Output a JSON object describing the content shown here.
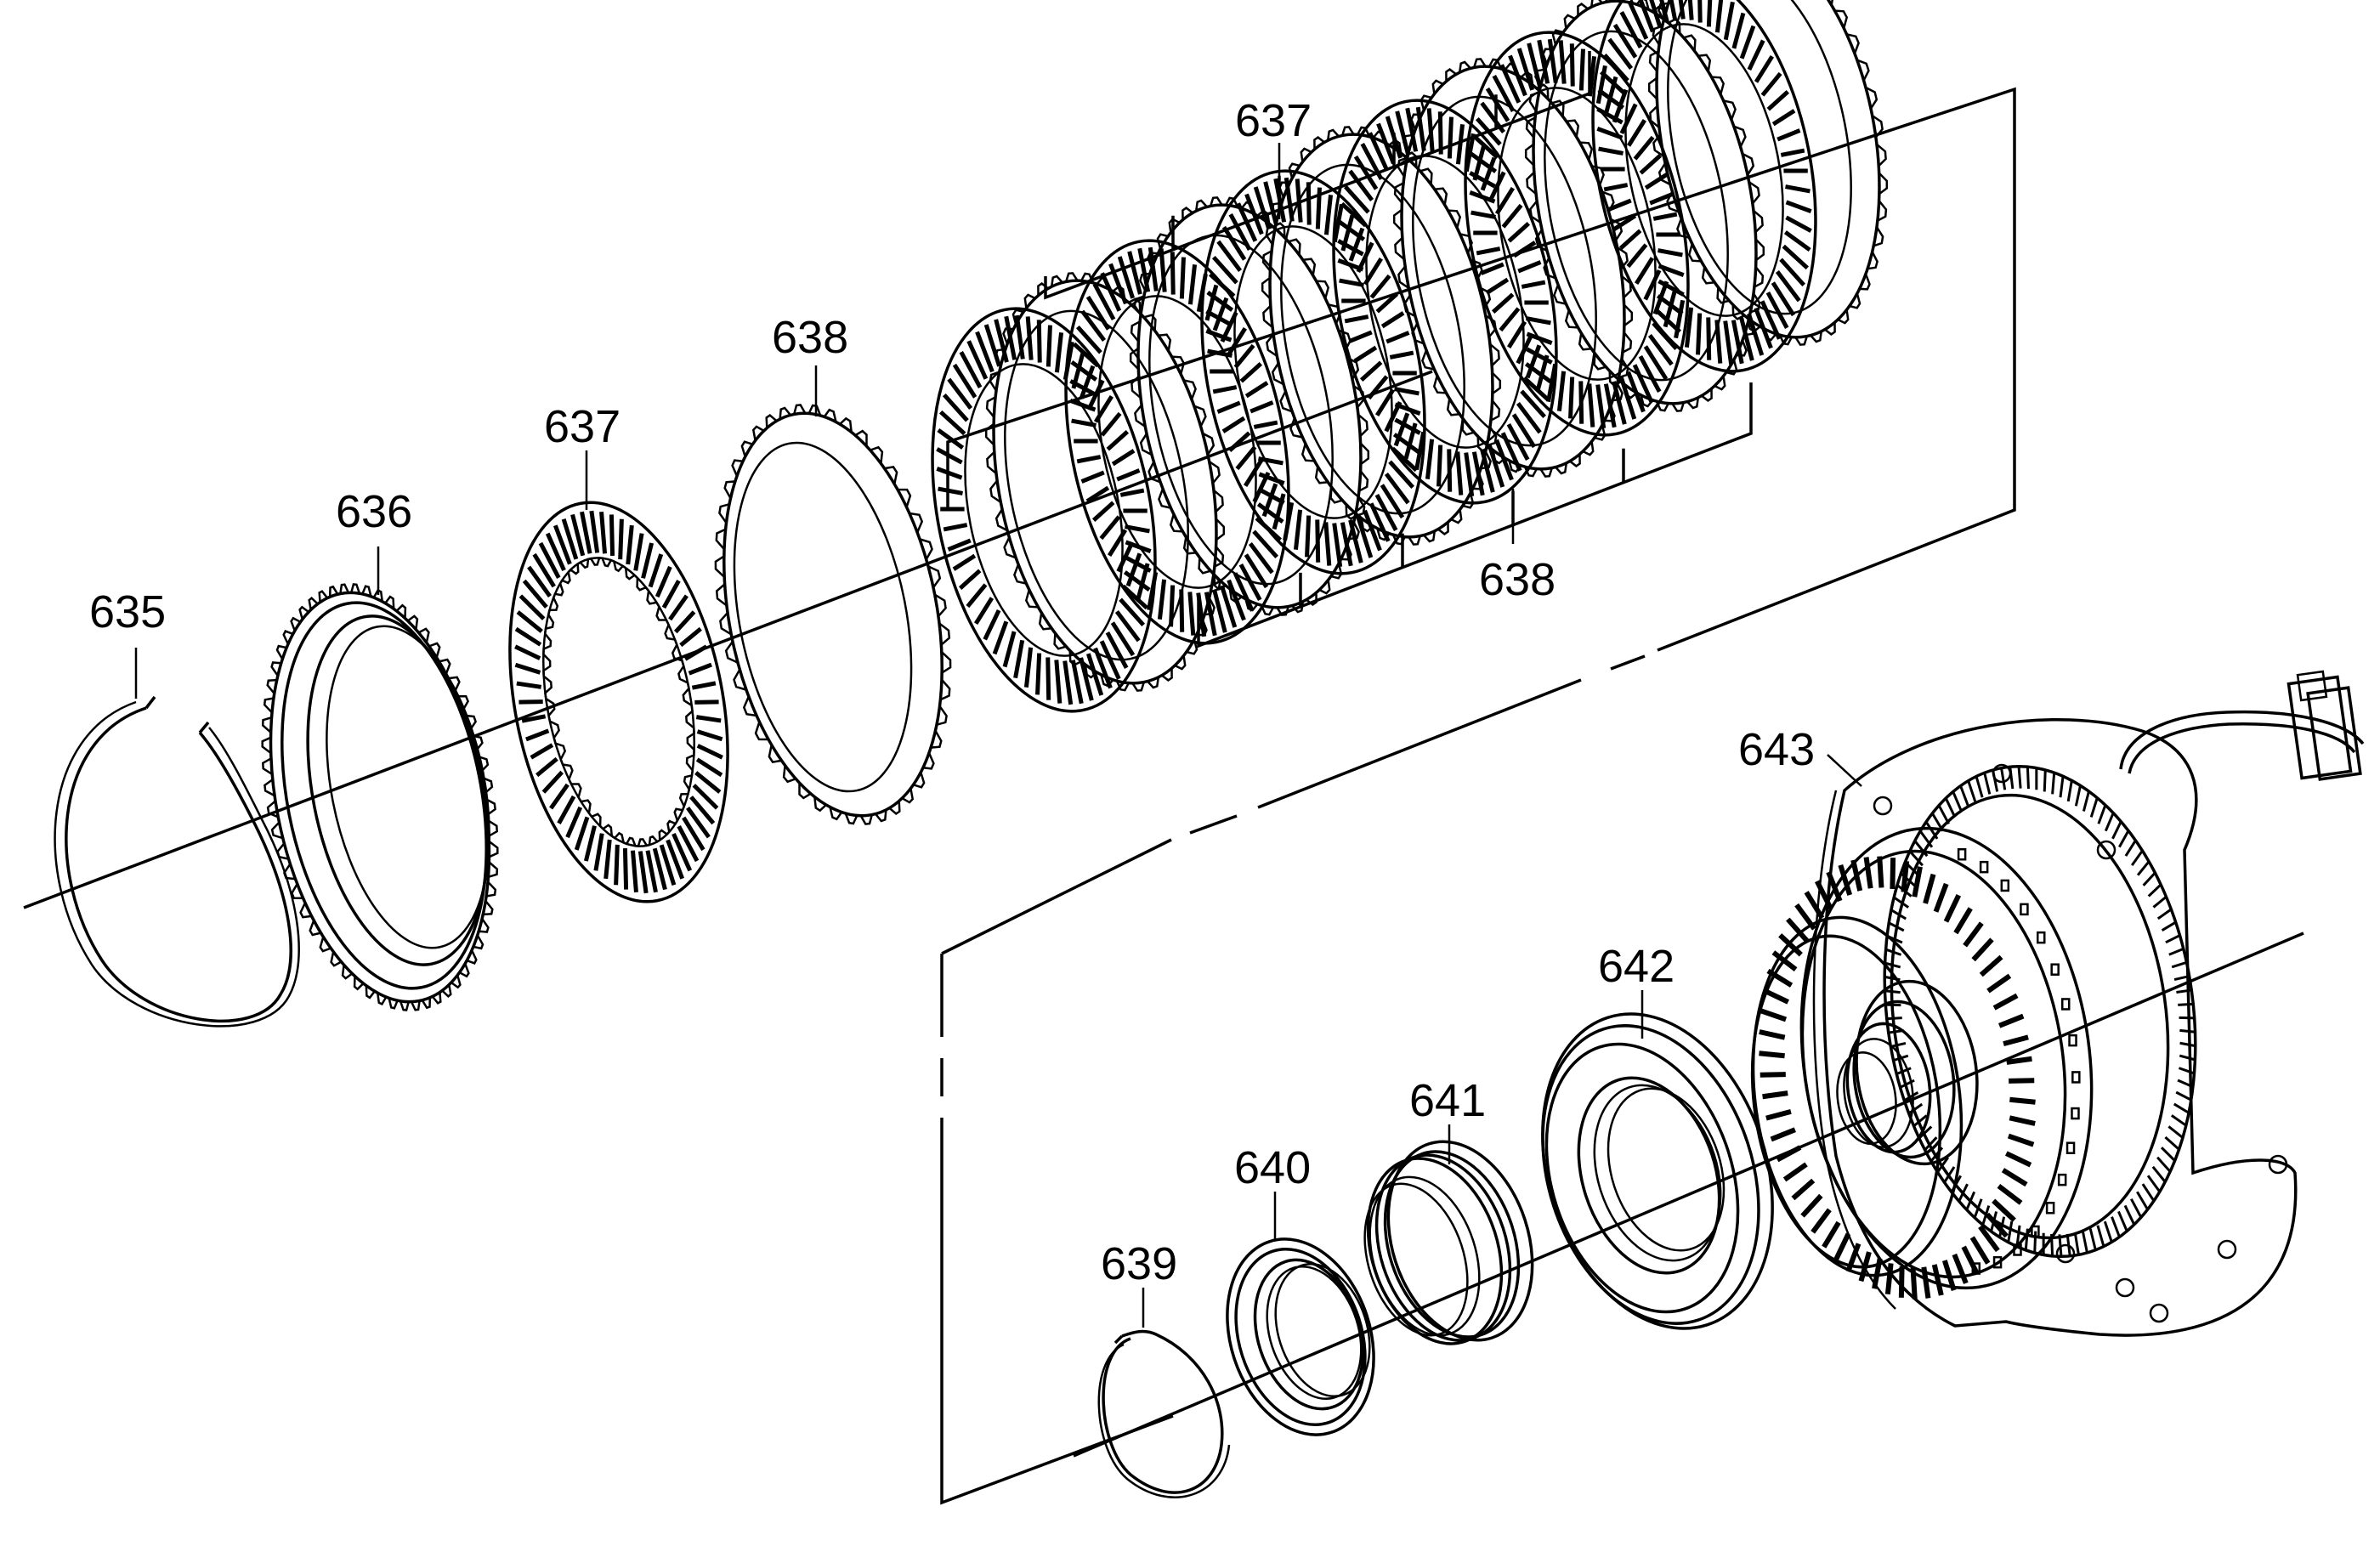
{
  "diagram": {
    "type": "exploded parts diagram",
    "callouts": [
      {
        "id": "635",
        "text": "635"
      },
      {
        "id": "636",
        "text": "636"
      },
      {
        "id": "637a",
        "text": "637"
      },
      {
        "id": "638a",
        "text": "638"
      },
      {
        "id": "637b",
        "text": "637"
      },
      {
        "id": "638b",
        "text": "638"
      },
      {
        "id": "639",
        "text": "639"
      },
      {
        "id": "640",
        "text": "640"
      },
      {
        "id": "641",
        "text": "641"
      },
      {
        "id": "642",
        "text": "642"
      },
      {
        "id": "643",
        "text": "643"
      }
    ]
  }
}
